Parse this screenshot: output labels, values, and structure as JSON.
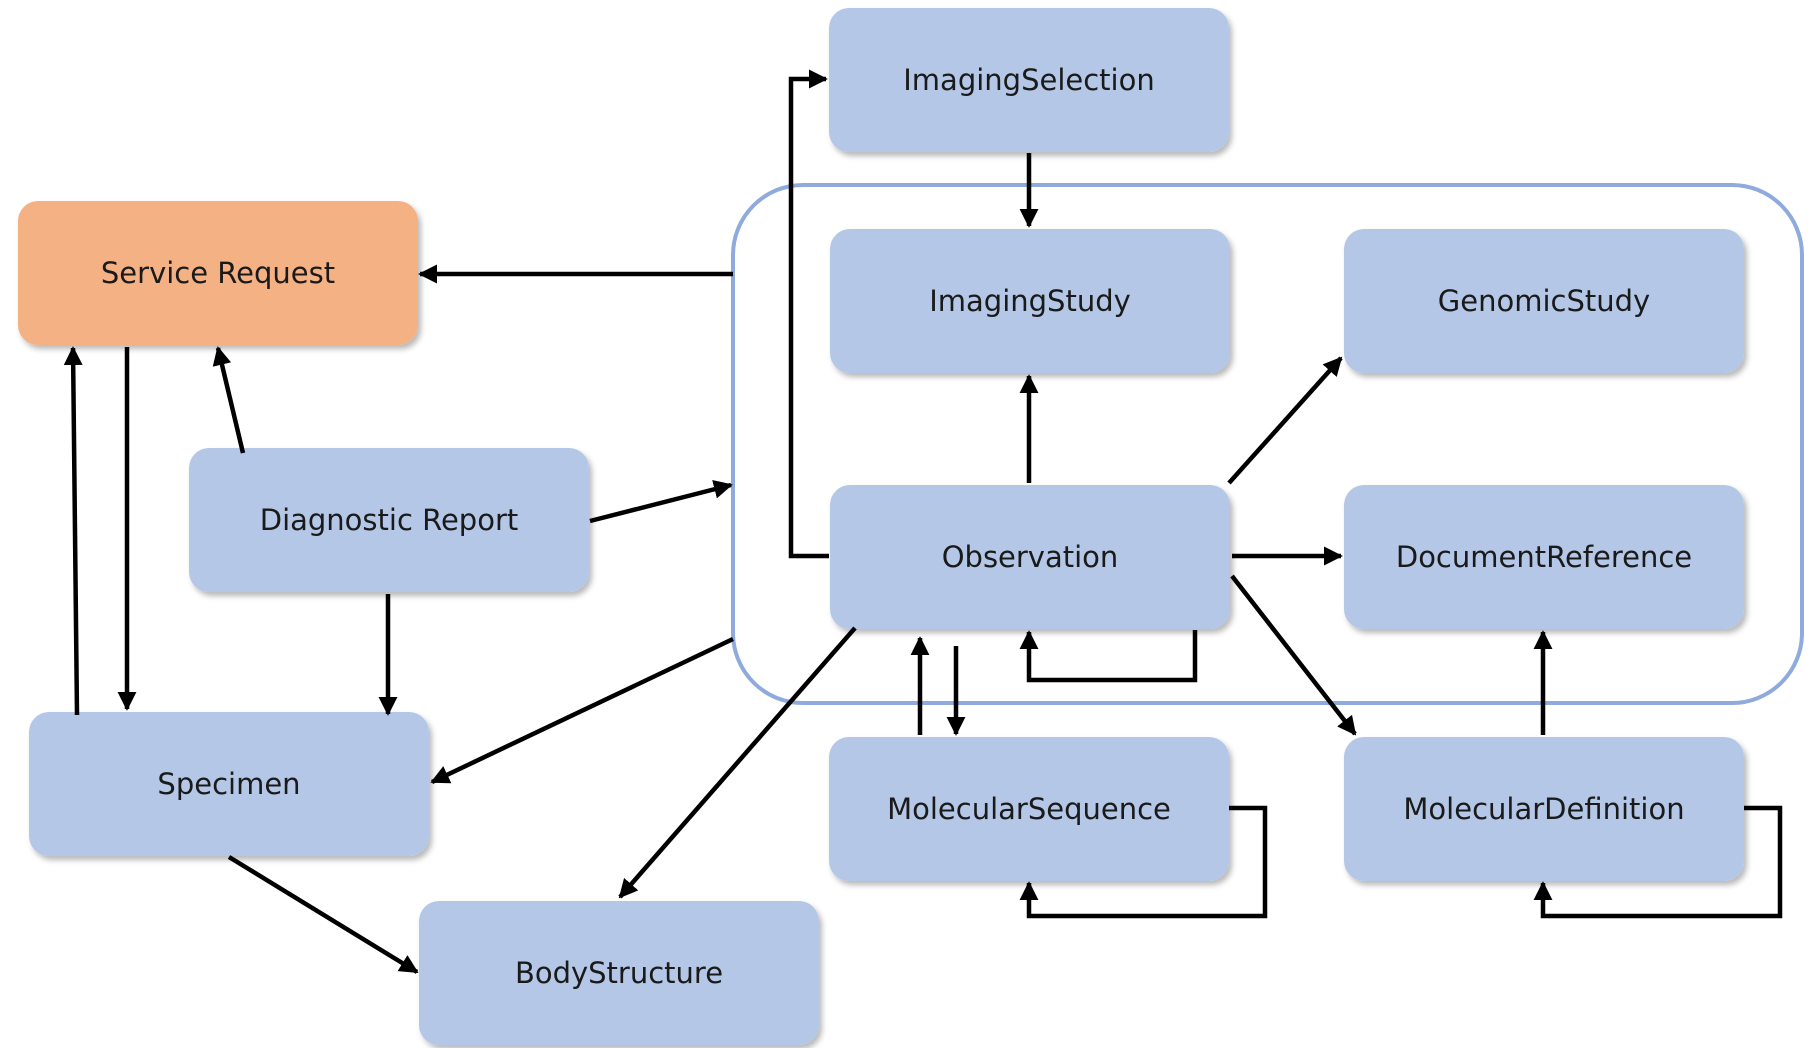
{
  "colors": {
    "node_fill": "#b4c7e7",
    "highlight_fill": "#f4b183",
    "group_border": "#8faadc",
    "edge": "#000000"
  },
  "nodes": {
    "service_request": "Service Request",
    "diagnostic_report": "Diagnostic Report",
    "specimen": "Specimen",
    "body_structure": "BodyStructure",
    "imaging_selection": "ImagingSelection",
    "imaging_study": "ImagingStudy",
    "genomic_study": "GenomicStudy",
    "observation": "Observation",
    "document_reference": "DocumentReference",
    "molecular_sequence": "MolecularSequence",
    "molecular_definition": "MolecularDefinition"
  }
}
